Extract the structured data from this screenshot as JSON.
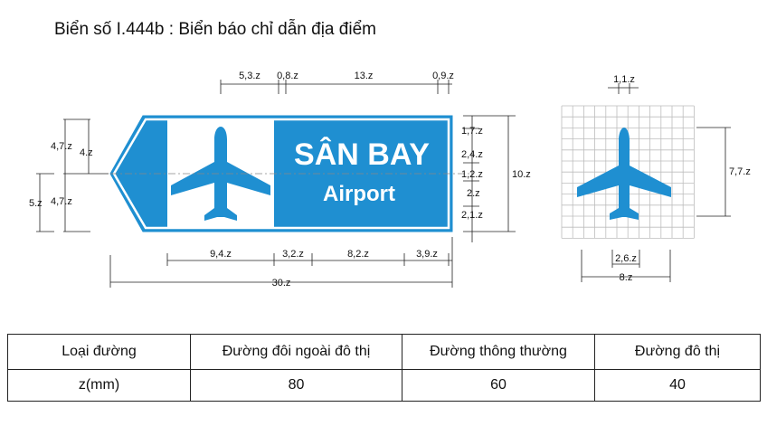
{
  "title": "Biển số I.444b : Biển báo chỉ dẫn địa điểm",
  "colors": {
    "sign_blue": "#1f8fd1",
    "line": "#222222",
    "grid": "#bdbdbd"
  },
  "sign": {
    "icon": "airplane-icon",
    "text_main": "SÂN BAY",
    "text_sub": "Airport"
  },
  "dimensions": {
    "top": [
      "5,3.z",
      "0,8.z",
      "13.z",
      "0,9.z"
    ],
    "right": [
      "1,7.z",
      "2,4.z",
      "1,2.z",
      "2.z",
      "2,1.z"
    ],
    "right_total": "10.z",
    "left": [
      "4,7.z",
      "4.z",
      "5.z",
      "4,7.z"
    ],
    "bottom": [
      "9,4.z",
      "3,2.z",
      "8,2.z",
      "3,9.z"
    ],
    "bottom_total": "30.z"
  },
  "grid_panel": {
    "icon": "airplane-icon",
    "top_dim": "1,1.z",
    "right_dim": "7,7.z",
    "bottom_dim": "2,6.z",
    "bottom_total": "8.z"
  },
  "table": {
    "header": [
      "Loại đường",
      "Đường đôi ngoài đô thị",
      "Đường thông thường",
      "Đường đô thị"
    ],
    "row": [
      "z(mm)",
      "80",
      "60",
      "40"
    ]
  }
}
